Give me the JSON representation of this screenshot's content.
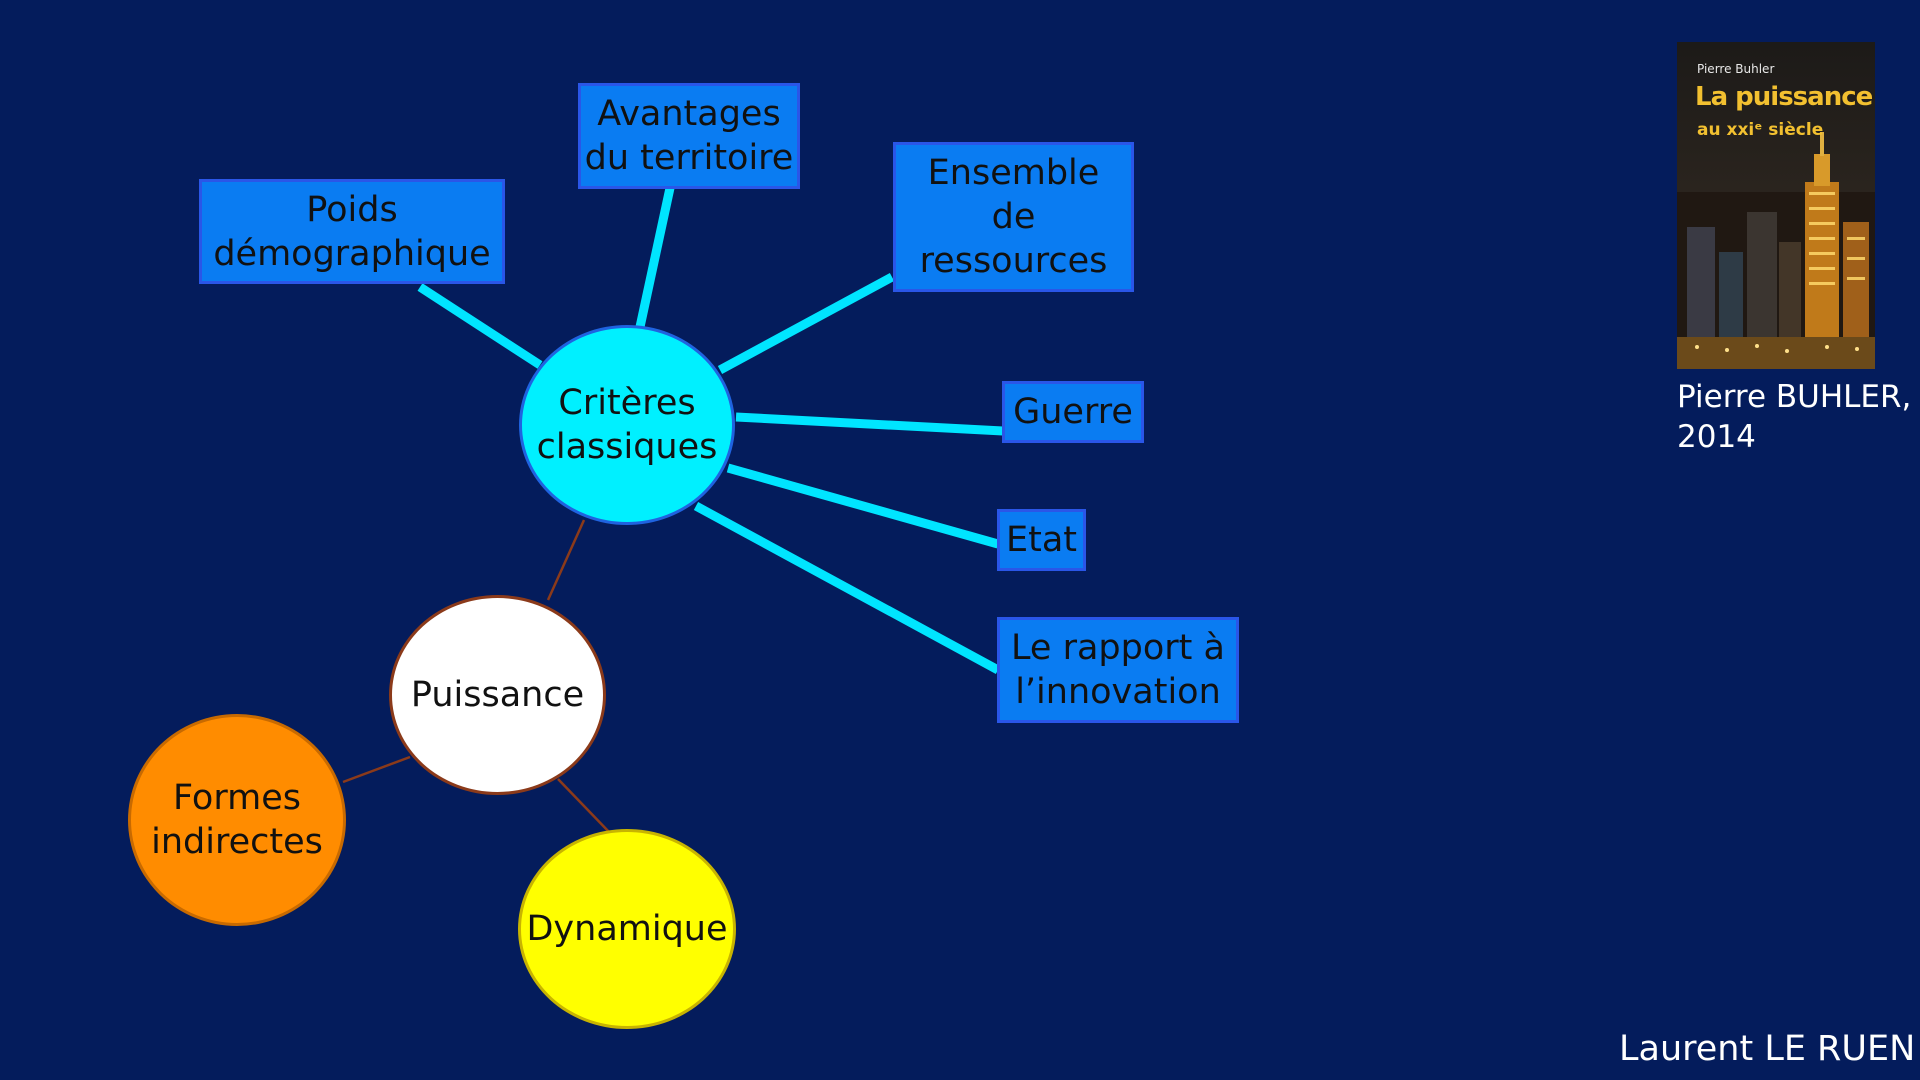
{
  "diagram": {
    "center": {
      "line1": "Critères",
      "line2": "classiques"
    },
    "puissance": "Puissance",
    "formes": {
      "line1": "Formes",
      "line2": "indirectes"
    },
    "dynamique": "Dynamique",
    "nodes": {
      "poids": {
        "line1": "Poids",
        "line2": "démographique"
      },
      "avantages": {
        "line1": "Avantages",
        "line2": "du territoire"
      },
      "ensemble": {
        "line1": "Ensemble",
        "line2": "de",
        "line3": "ressources"
      },
      "guerre": "Guerre",
      "etat": "Etat",
      "rapport": {
        "line1": "Le rapport à",
        "line2": "l’innovation"
      }
    },
    "colors": {
      "background": "#041c5c",
      "box": "#0a7cf2",
      "center": "#00f0ff",
      "connector": "#00e5ff",
      "puissance": "#ffffff",
      "formes": "#ff8c00",
      "dynamique": "#ffff00",
      "thin_line": "#8b3a1a"
    }
  },
  "book": {
    "author": "Pierre Buhler",
    "title": "La puissance",
    "subtitle": "au xxiᵉ siècle",
    "caption_line1": "Pierre BUHLER,",
    "caption_line2": "2014"
  },
  "footer": {
    "author": "Laurent LE RUEN"
  }
}
